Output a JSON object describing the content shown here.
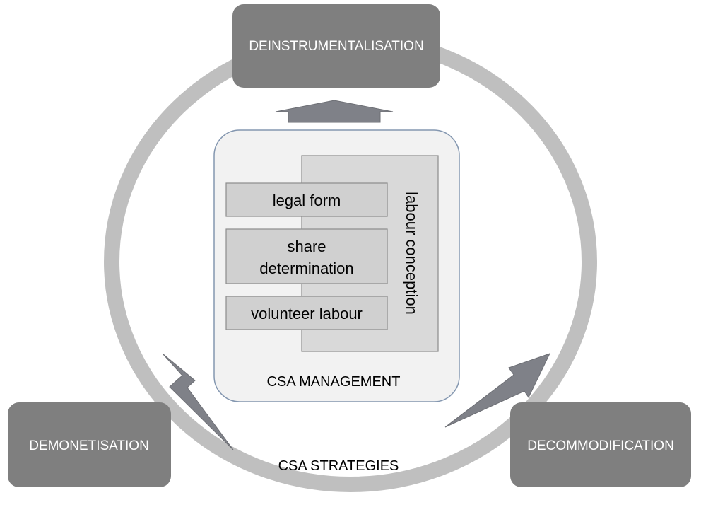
{
  "strategies": {
    "top": "DEINSTRUMENTALISATION",
    "left": "DEMONETISATION",
    "right": "DECOMMODIFICATION",
    "caption": "CSA STRATEGIES"
  },
  "management": {
    "caption": "CSA MANAGEMENT",
    "items": [
      "legal form",
      "share",
      "determination",
      "volunteer labour"
    ],
    "side_label": "labour conception"
  },
  "colors": {
    "strategy_box": "#7f7f7f",
    "ring": "#bfbfbf",
    "arrow": "#7f8188",
    "management_panel": "#f2f2f2",
    "management_border": "#8497b0",
    "inner_box": "#d0d0d0"
  }
}
